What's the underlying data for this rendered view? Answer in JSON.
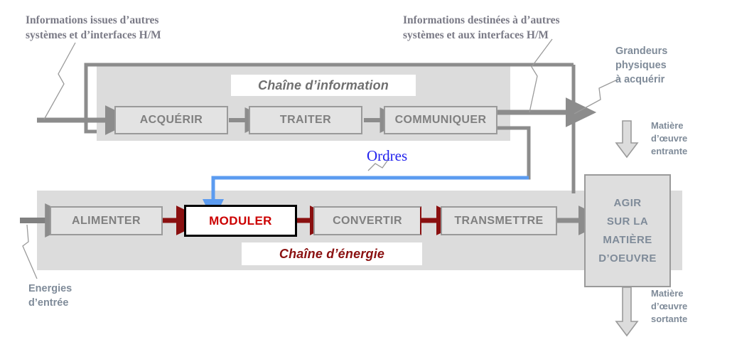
{
  "diagram": {
    "title_hidden": "",
    "colors": {
      "band_gray": "#dcdcdc",
      "box_fill": "#e3e3e3",
      "box_border": "#9a9a9a",
      "text_gray": "#808080",
      "arrow_gray": "#8c8c8c",
      "arrow_red": "#8a1010",
      "arrow_blue": "#5b9bf0",
      "moduler_text": "#cc0000",
      "energy_label": "#8a1010",
      "info_label": "#6f6f6f",
      "serif_caption": "#7a7a86",
      "sans_caption": "#7f8b99",
      "ordres_blue": "#2222ee"
    },
    "info_chain": {
      "label": "Chaîne d’information",
      "blocks": [
        {
          "label": "ACQUÉRIR"
        },
        {
          "label": "TRAITER"
        },
        {
          "label": "COMMUNIQUER"
        }
      ]
    },
    "energy_chain": {
      "label": "Chaîne d’énergie",
      "blocks": [
        {
          "label": "ALIMENTER",
          "highlighted": false
        },
        {
          "label": "MODULER",
          "highlighted": true
        },
        {
          "label": "CONVERTIR",
          "highlighted": false
        },
        {
          "label": "TRANSMETTRE",
          "highlighted": false
        }
      ]
    },
    "action_block": {
      "lines": [
        "AGIR",
        "SUR LA",
        "MATIÈRE",
        "D’OEUVRE"
      ]
    },
    "captions": {
      "info_in": "Informations issues d’autres\nsystèmes et d’interfaces H/M",
      "info_out": "Informations destinées à d’autres\nsystèmes et aux interfaces H/M",
      "grandeurs": "Grandeurs\nphysiques\nà acquérir",
      "matiere_in": "Matière\nd’œuvre\nentrante",
      "matiere_out": "Matière\nd’œuvre\nsortante",
      "energies_in": "Energies\nd’entrée",
      "ordres": "Ordres"
    }
  }
}
